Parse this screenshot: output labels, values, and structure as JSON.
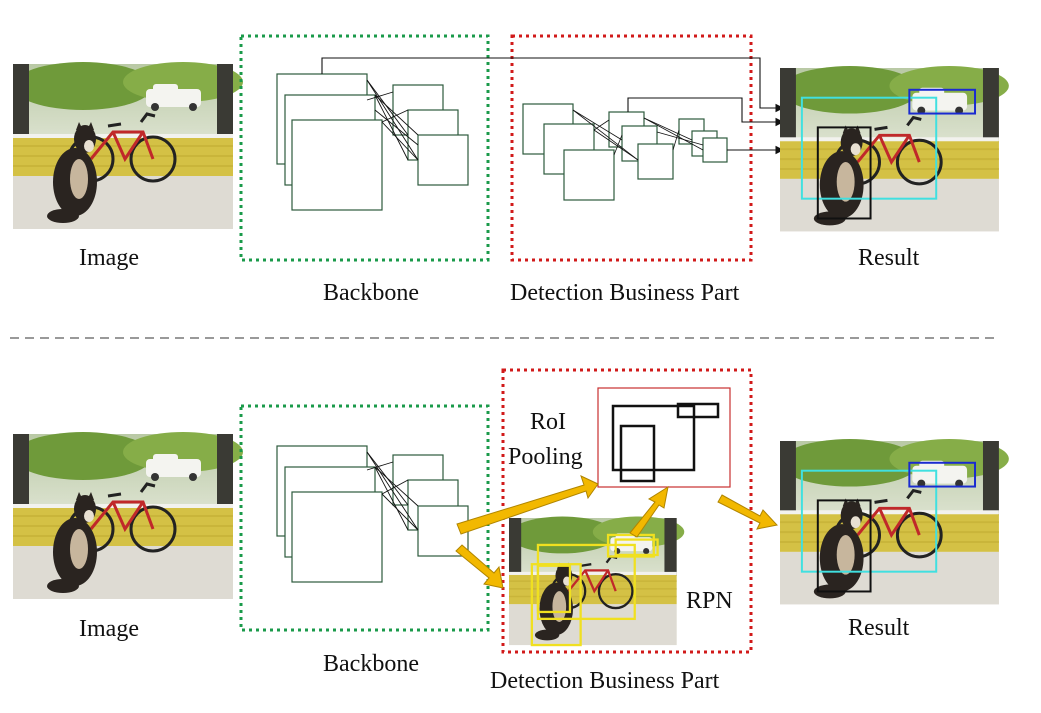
{
  "top_row": {
    "image_label": "Image",
    "backbone_label": "Backbone",
    "detection_label": "Detection Business Part",
    "result_label": "Result"
  },
  "bottom_row": {
    "image_label": "Image",
    "backbone_label": "Backbone",
    "detection_label": "Detection Business Part",
    "result_label": "Result",
    "roi_label_line1": "RoI",
    "roi_label_line2": "Pooling",
    "rpn_label": "RPN"
  },
  "colors": {
    "backbone_border": "#1a9a4a",
    "detection_border": "#d11a1a",
    "arrow_fill": "#f2b800",
    "proposal_box": "#f0e020",
    "result_box_cyan": "#40e0e0",
    "result_box_blue": "#1a2bd0",
    "roi_border": "#c83030"
  }
}
